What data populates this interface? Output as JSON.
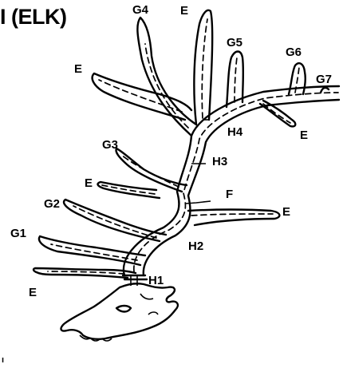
{
  "title": "I (ELK)",
  "labels": {
    "G4": "G4",
    "G5": "G5",
    "G6": "G6",
    "G7": "G7",
    "G3": "G3",
    "G2": "G2",
    "G1": "G1",
    "H1": "H1",
    "H2": "H2",
    "H3": "H3",
    "H4": "H4",
    "F": "F",
    "E_top": "E",
    "E_g4_left": "E",
    "E_right_upper": "E",
    "E_g3": "E",
    "E_right_lower": "E",
    "E_bottom": "E"
  },
  "bottom_mark": "ı"
}
